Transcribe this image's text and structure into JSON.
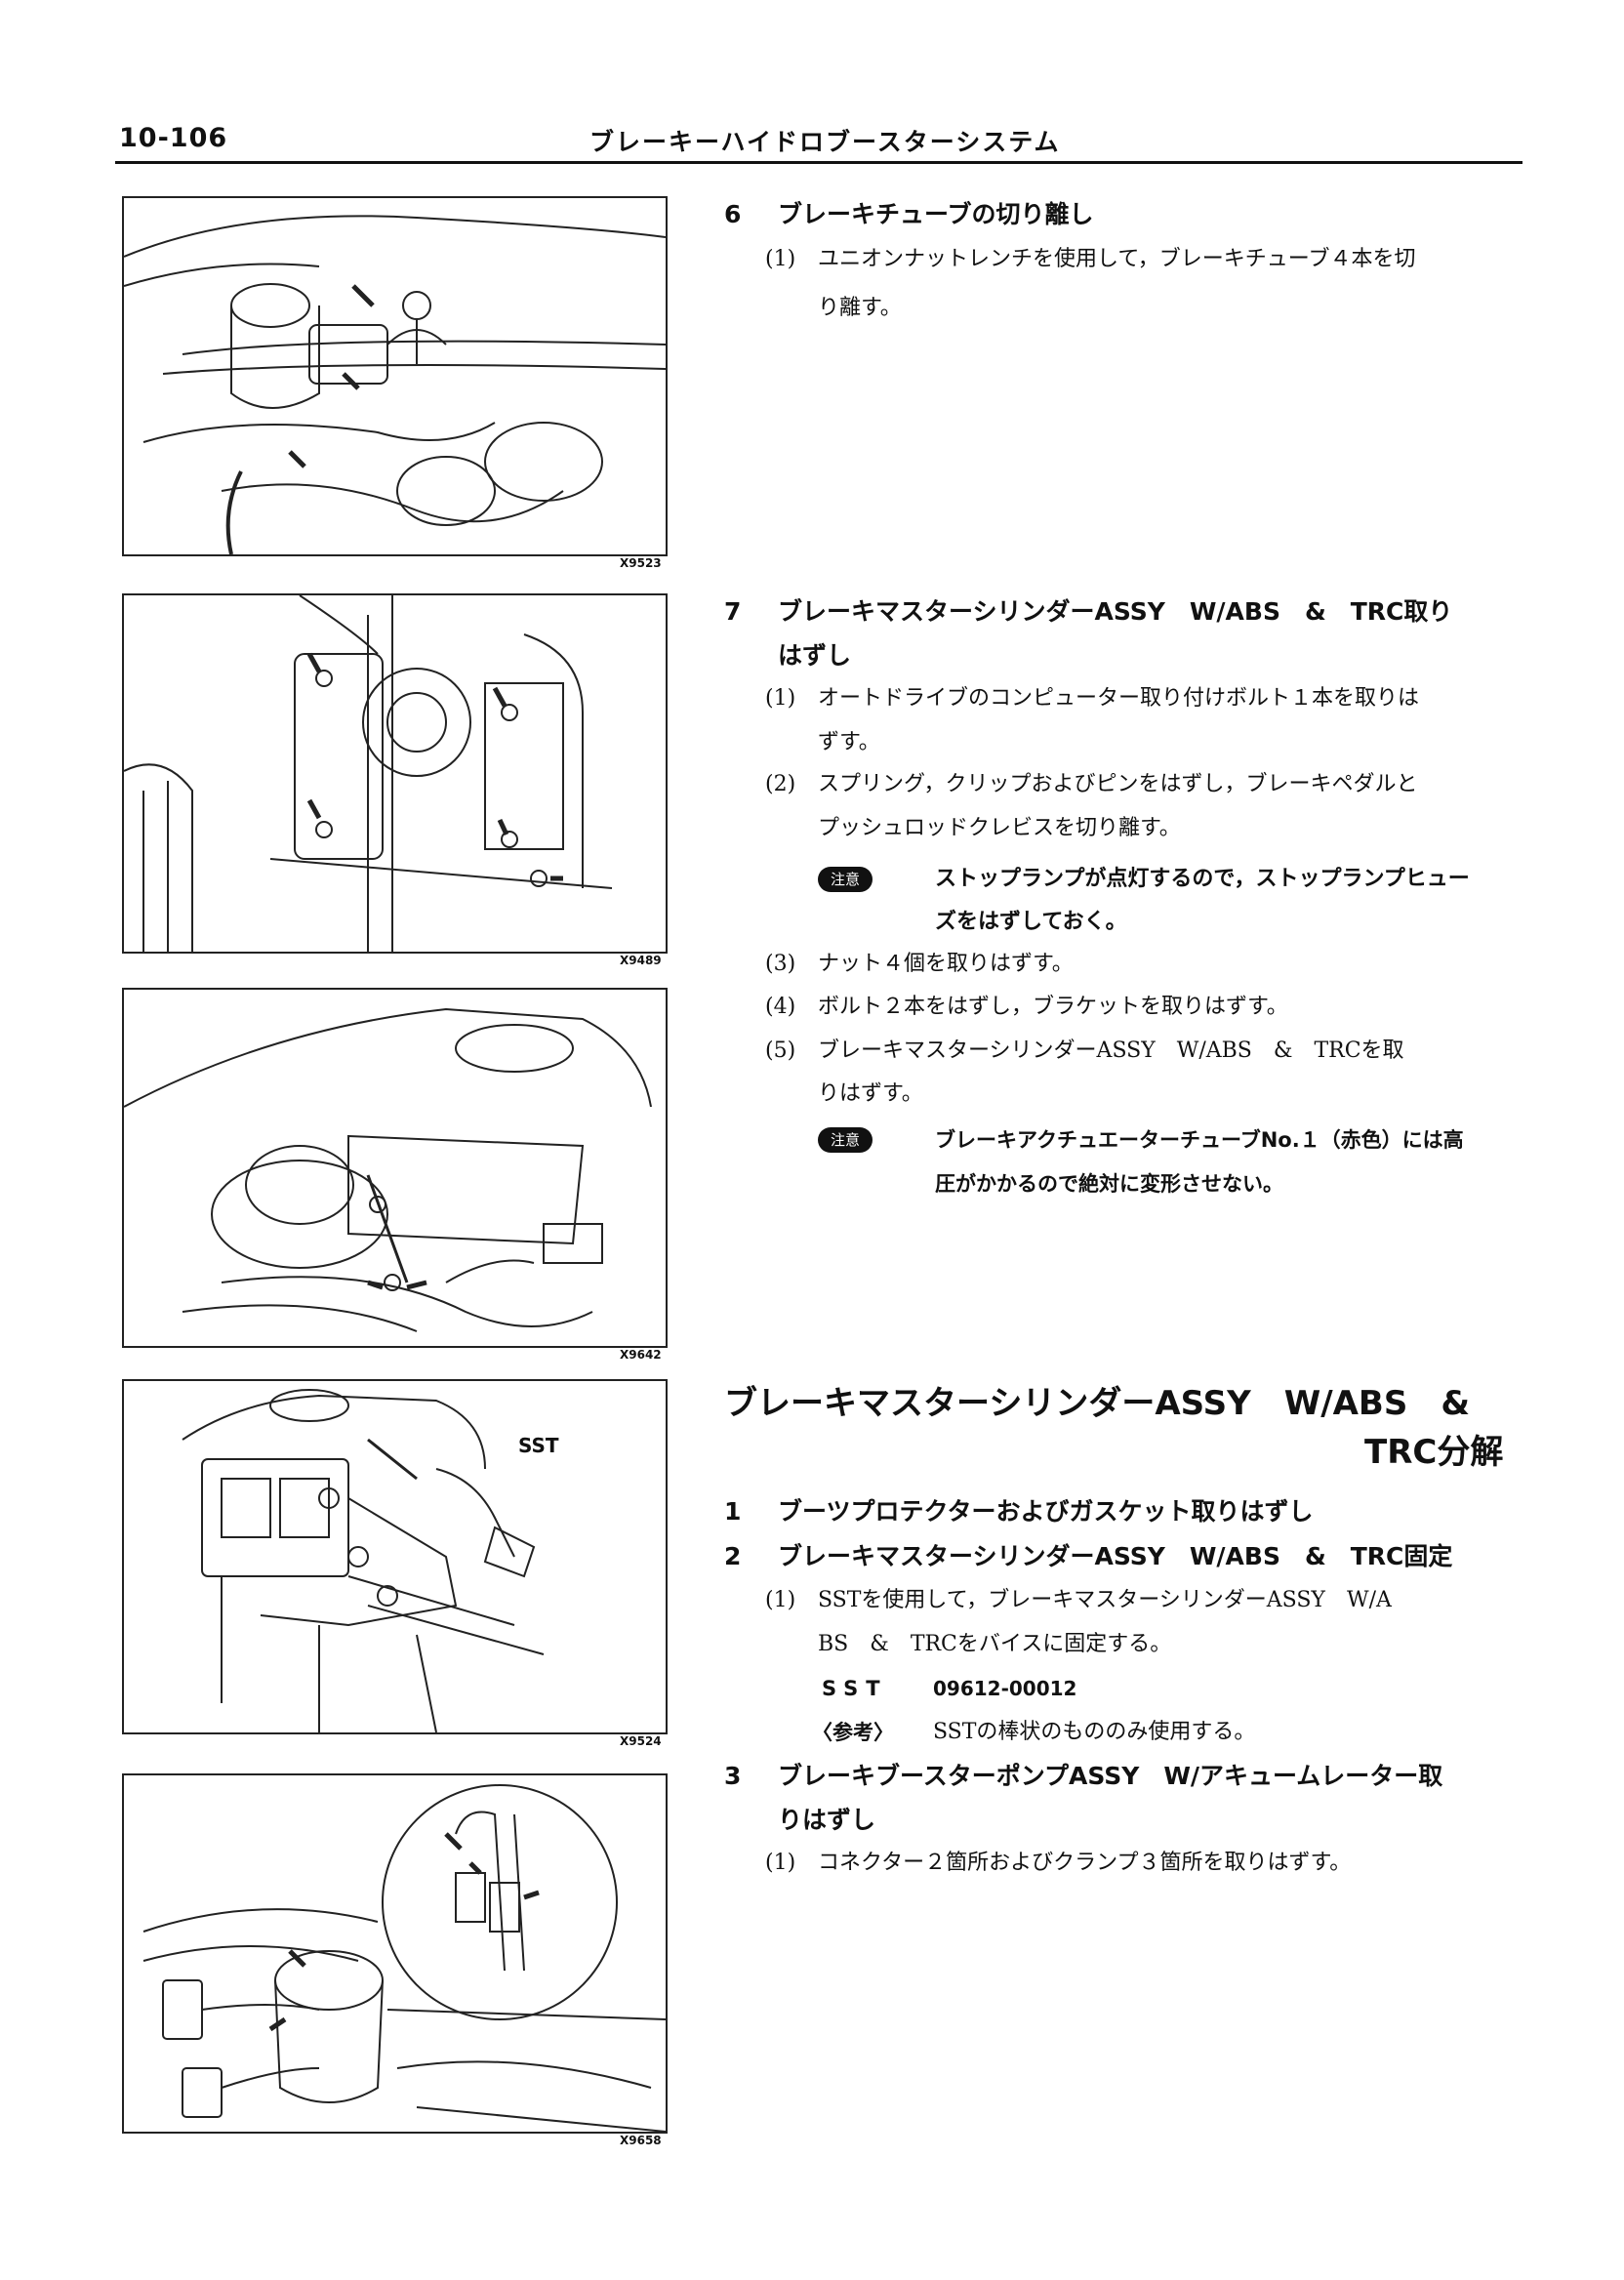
{
  "header": {
    "page_number": "10-106",
    "title": "ブレーキーハイドロブースターシステム"
  },
  "figures": [
    {
      "code": "X9523"
    },
    {
      "code": "X9489"
    },
    {
      "code": "X9642"
    },
    {
      "code": "X9524",
      "label": "SST"
    },
    {
      "code": "X9658"
    }
  ],
  "step6": {
    "num": "6",
    "title": "ブレーキチューブの切り離し",
    "s1_num": "(1)",
    "s1_l1": "ユニオンナットレンチを使用して，ブレーキチューブ４本を切",
    "s1_l2": "り離す。"
  },
  "step7": {
    "num": "7",
    "title_l1": "ブレーキマスターシリンダーASSY　W/ABS　&　TRC取り",
    "title_l2": "はずし",
    "s1_num": "(1)",
    "s1_l1": "オートドライブのコンピューター取り付けボルト１本を取りは",
    "s1_l2": "ずす。",
    "s2_num": "(2)",
    "s2_l1": "スプリング，クリップおよびピンをはずし，ブレーキペダルと",
    "s2_l2": "プッシュロッドクレビスを切り離す。",
    "note1_badge": "注意",
    "note1_l1": "ストップランプが点灯するので，ストップランプヒュー",
    "note1_l2": "ズをはずしておく。",
    "s3_num": "(3)",
    "s3": "ナット４個を取りはずす。",
    "s4_num": "(4)",
    "s4": "ボルト２本をはずし，ブラケットを取りはずす。",
    "s5_num": "(5)",
    "s5_l1": "ブレーキマスターシリンダーASSY　W/ABS　&　TRCを取",
    "s5_l2": "りはずす。",
    "note2_badge": "注意",
    "note2_l1": "ブレーキアクチュエーターチューブNo.１（赤色）には高",
    "note2_l2": "圧がかかるので絶対に変形させない。"
  },
  "section": {
    "title_l1": "ブレーキマスターシリンダーASSY　W/ABS　&",
    "title_l2": "TRC分解"
  },
  "steps2": {
    "n1": "1",
    "t1": "ブーツプロテクターおよびガスケット取りはずし",
    "n2": "2",
    "t2": "ブレーキマスターシリンダーASSY　W/ABS　&　TRC固定",
    "s1_num": "(1)",
    "s1_l1": "SSTを使用して，ブレーキマスターシリンダーASSY　W/A",
    "s1_l2": "BS　&　TRCをバイスに固定する。",
    "sst_label": "SST",
    "sst_value": "09612-00012",
    "ref_label": "〈参考〉",
    "ref_text": "SSTの棒状のもののみ使用する。",
    "n3": "3",
    "t3_l1": "ブレーキブースターポンプASSY　W/アキュームレーター取",
    "t3_l2": "りはずし",
    "s3_num": "(1)",
    "s3": "コネクター２箇所およびクランプ３箇所を取りはずす。"
  }
}
